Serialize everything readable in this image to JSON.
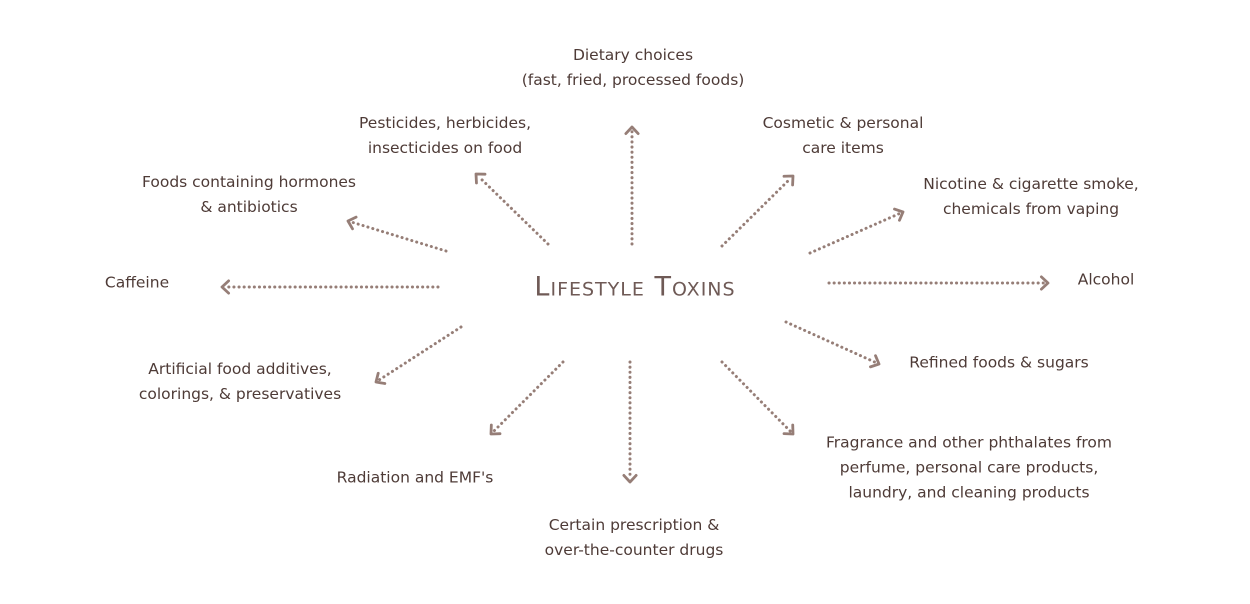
{
  "center": {
    "title": "Lifestyle Toxins"
  },
  "items": [
    {
      "id": "dietary-choices",
      "lines": [
        "Dietary choices",
        "(fast, fried, processed foods)"
      ]
    },
    {
      "id": "pesticides",
      "lines": [
        "Pesticides, herbicides,",
        "insecticides on food"
      ]
    },
    {
      "id": "cosmetics",
      "lines": [
        "Cosmetic & personal",
        "care items"
      ]
    },
    {
      "id": "hormones",
      "lines": [
        "Foods containing hormones",
        "& antibiotics"
      ]
    },
    {
      "id": "nicotine",
      "lines": [
        "Nicotine & cigarette smoke,",
        "chemicals from vaping"
      ]
    },
    {
      "id": "caffeine",
      "lines": [
        "Caffeine"
      ]
    },
    {
      "id": "alcohol",
      "lines": [
        "Alcohol"
      ]
    },
    {
      "id": "additives",
      "lines": [
        "Artificial food additives,",
        "colorings, & preservatives"
      ]
    },
    {
      "id": "refined-foods",
      "lines": [
        "Refined foods & sugars"
      ]
    },
    {
      "id": "radiation",
      "lines": [
        "Radiation and EMF's"
      ]
    },
    {
      "id": "fragrance",
      "lines": [
        "Fragrance and other phthalates from",
        "perfume, personal care products,",
        "laundry, and cleaning products"
      ]
    },
    {
      "id": "drugs",
      "lines": [
        "Certain prescription &",
        "over-the-counter drugs"
      ]
    }
  ],
  "colors": {
    "arrow": "#967e77",
    "text": "#4e3b37",
    "title": "#6f5a56"
  }
}
